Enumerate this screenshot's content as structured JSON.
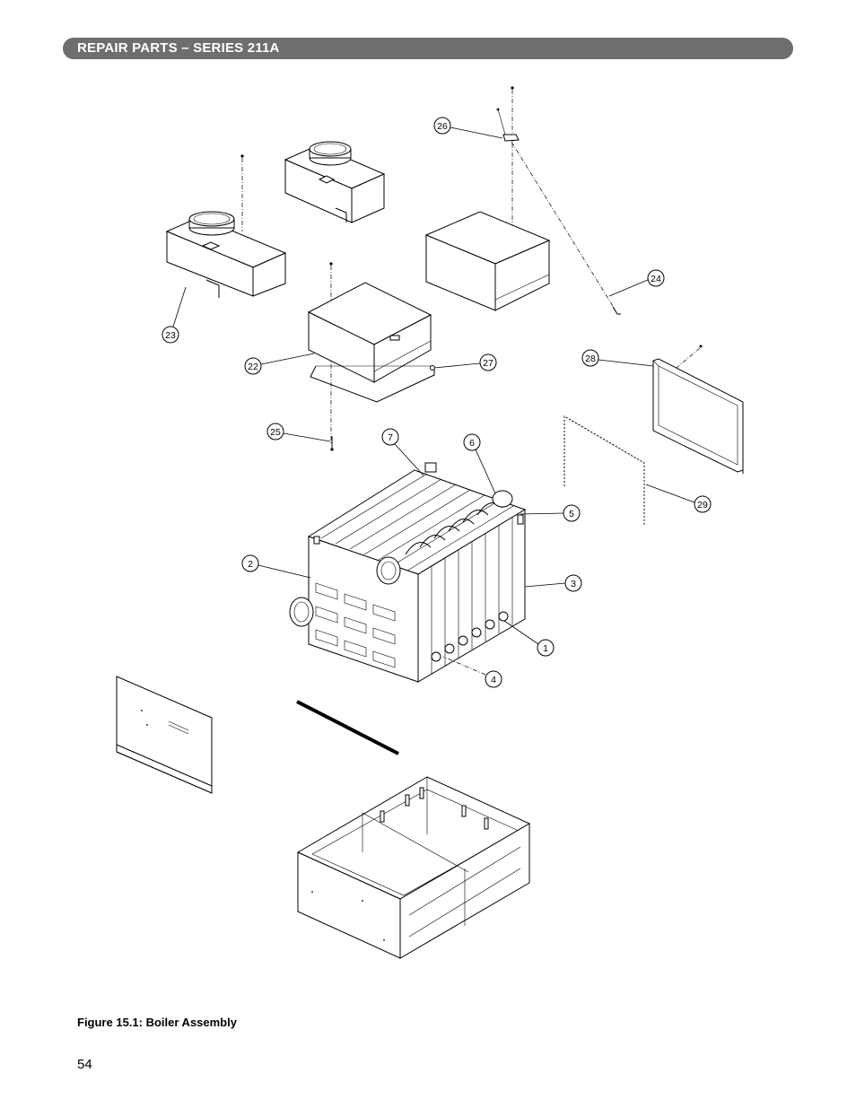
{
  "header": {
    "title": "REPAIR PARTS – SERIES 211A"
  },
  "figure": {
    "caption": "Figure 15.1: Boiler Assembly",
    "callouts": [
      {
        "id": "c26",
        "label": "26"
      },
      {
        "id": "c24",
        "label": "24"
      },
      {
        "id": "c23",
        "label": "23"
      },
      {
        "id": "c22",
        "label": "22"
      },
      {
        "id": "c27",
        "label": "27"
      },
      {
        "id": "c28",
        "label": "28"
      },
      {
        "id": "c25",
        "label": "25"
      },
      {
        "id": "c7",
        "label": "7"
      },
      {
        "id": "c6",
        "label": "6"
      },
      {
        "id": "c5",
        "label": "5"
      },
      {
        "id": "c29",
        "label": "29"
      },
      {
        "id": "c2",
        "label": "2"
      },
      {
        "id": "c3",
        "label": "3"
      },
      {
        "id": "c1",
        "label": "1"
      },
      {
        "id": "c4",
        "label": "4"
      }
    ]
  },
  "footer": {
    "page_number": "54"
  }
}
